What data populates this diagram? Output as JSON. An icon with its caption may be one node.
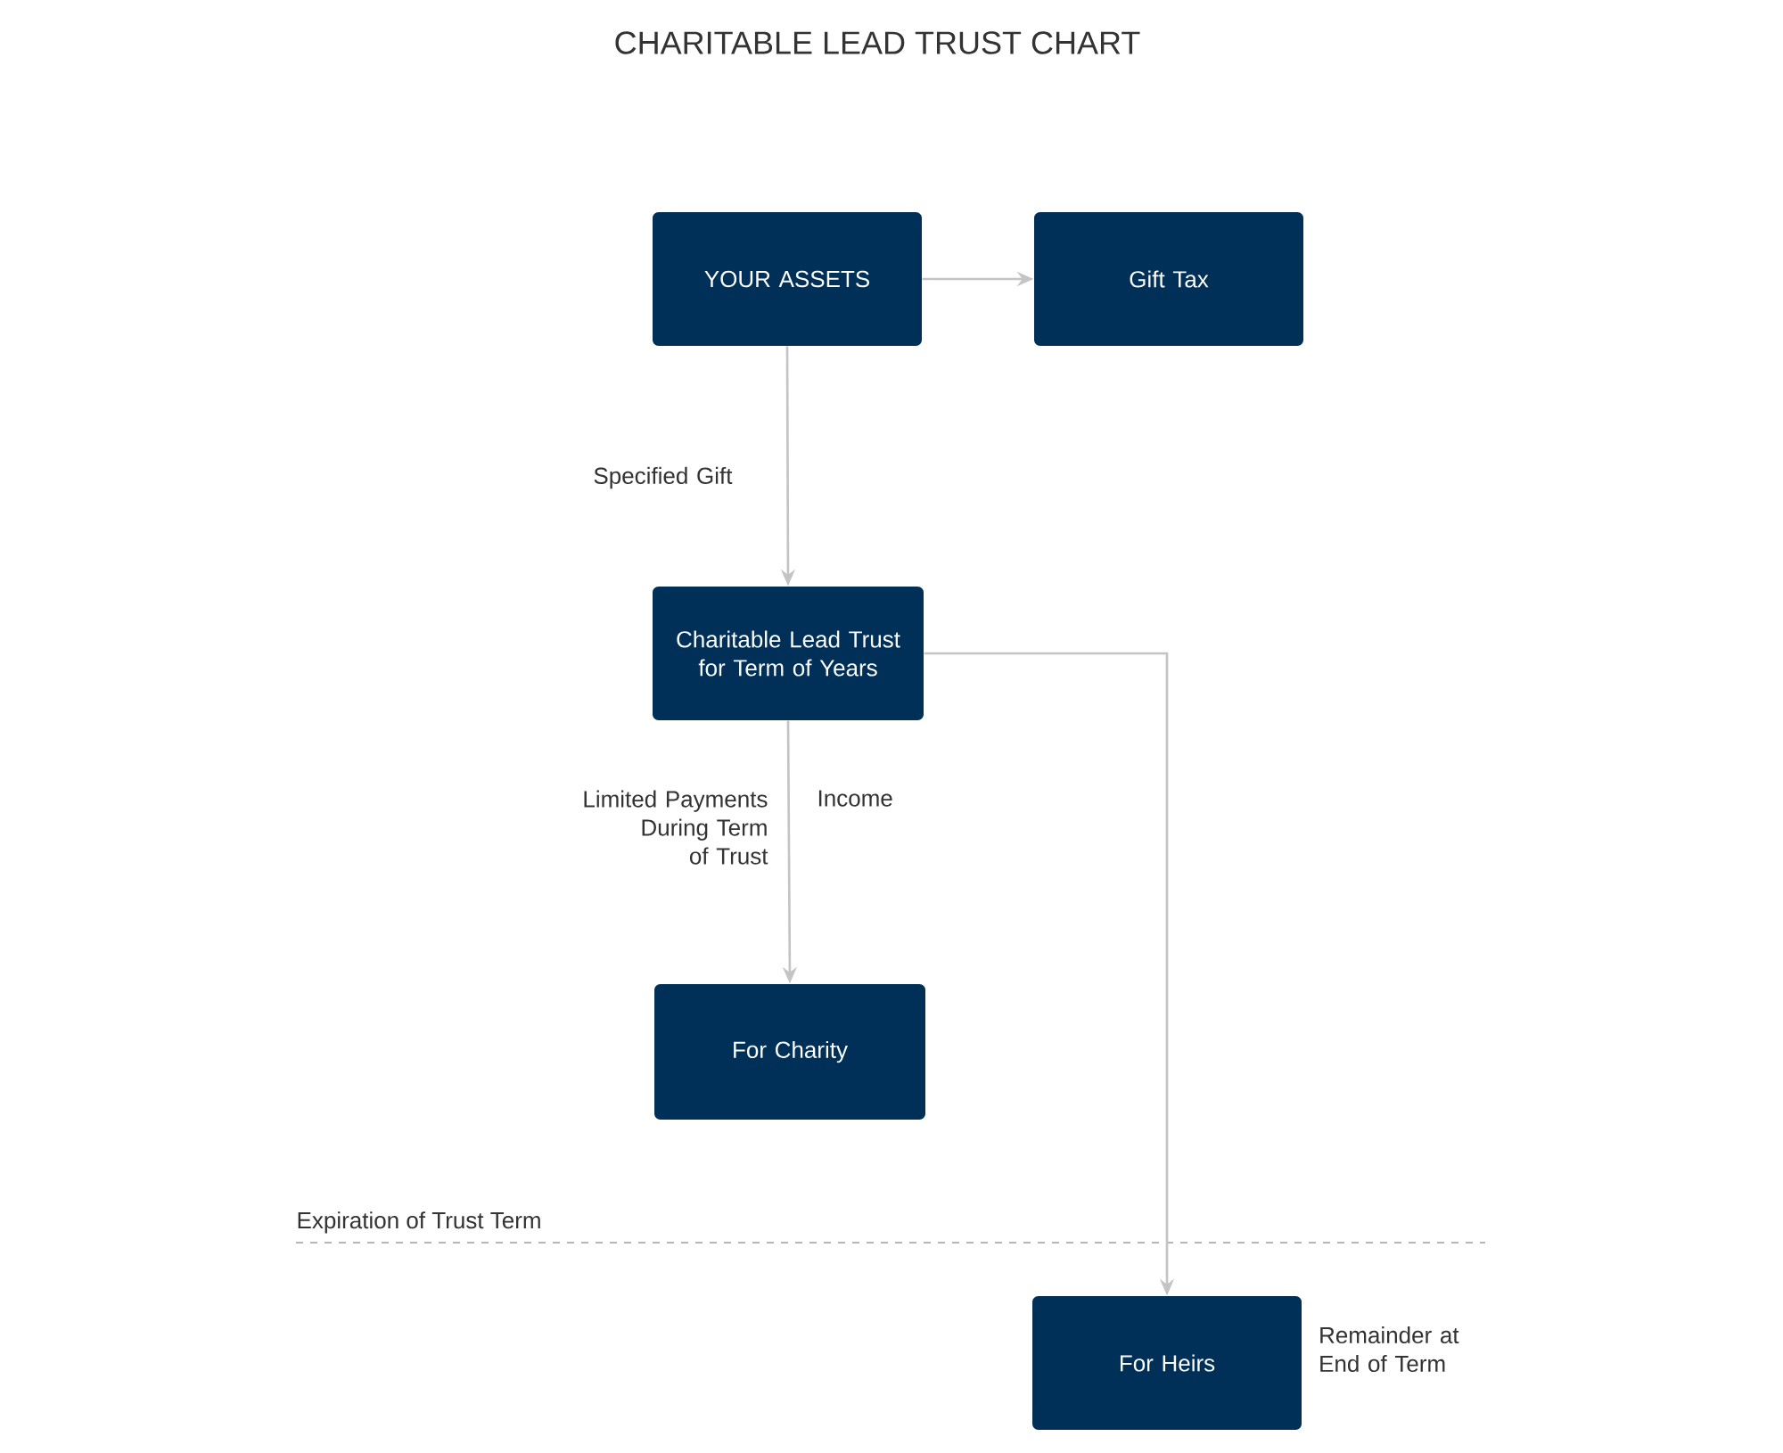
{
  "diagram": {
    "title": "CHARITABLE LEAD TRUST CHART",
    "nodes": [
      {
        "text": [
          "YOUR ASSETS"
        ]
      },
      {
        "text": [
          "Gift Tax"
        ]
      },
      {
        "text": [
          "Charitable Lead Trust for Term of Years"
        ]
      },
      {
        "text": [
          "For Charity"
        ]
      },
      {
        "text": [
          "For Heirs"
        ],
        "beside": [
          "Remainder at End of Term"
        ]
      }
    ],
    "edges": [
      {
        "from": 0,
        "to": 1,
        "arrow": "to"
      },
      {
        "from": 0,
        "to": 2,
        "arrow": "to",
        "label": "Specified Gift"
      },
      {
        "from": 2,
        "to": 3,
        "arrow": "to",
        "label": "Limited Payments During Term of Trust"
      },
      {
        "from": 2,
        "to": 4,
        "arrow": "to"
      }
    ],
    "labels": [
      "Income",
      "Expiration of Trust Term"
    ]
  }
}
